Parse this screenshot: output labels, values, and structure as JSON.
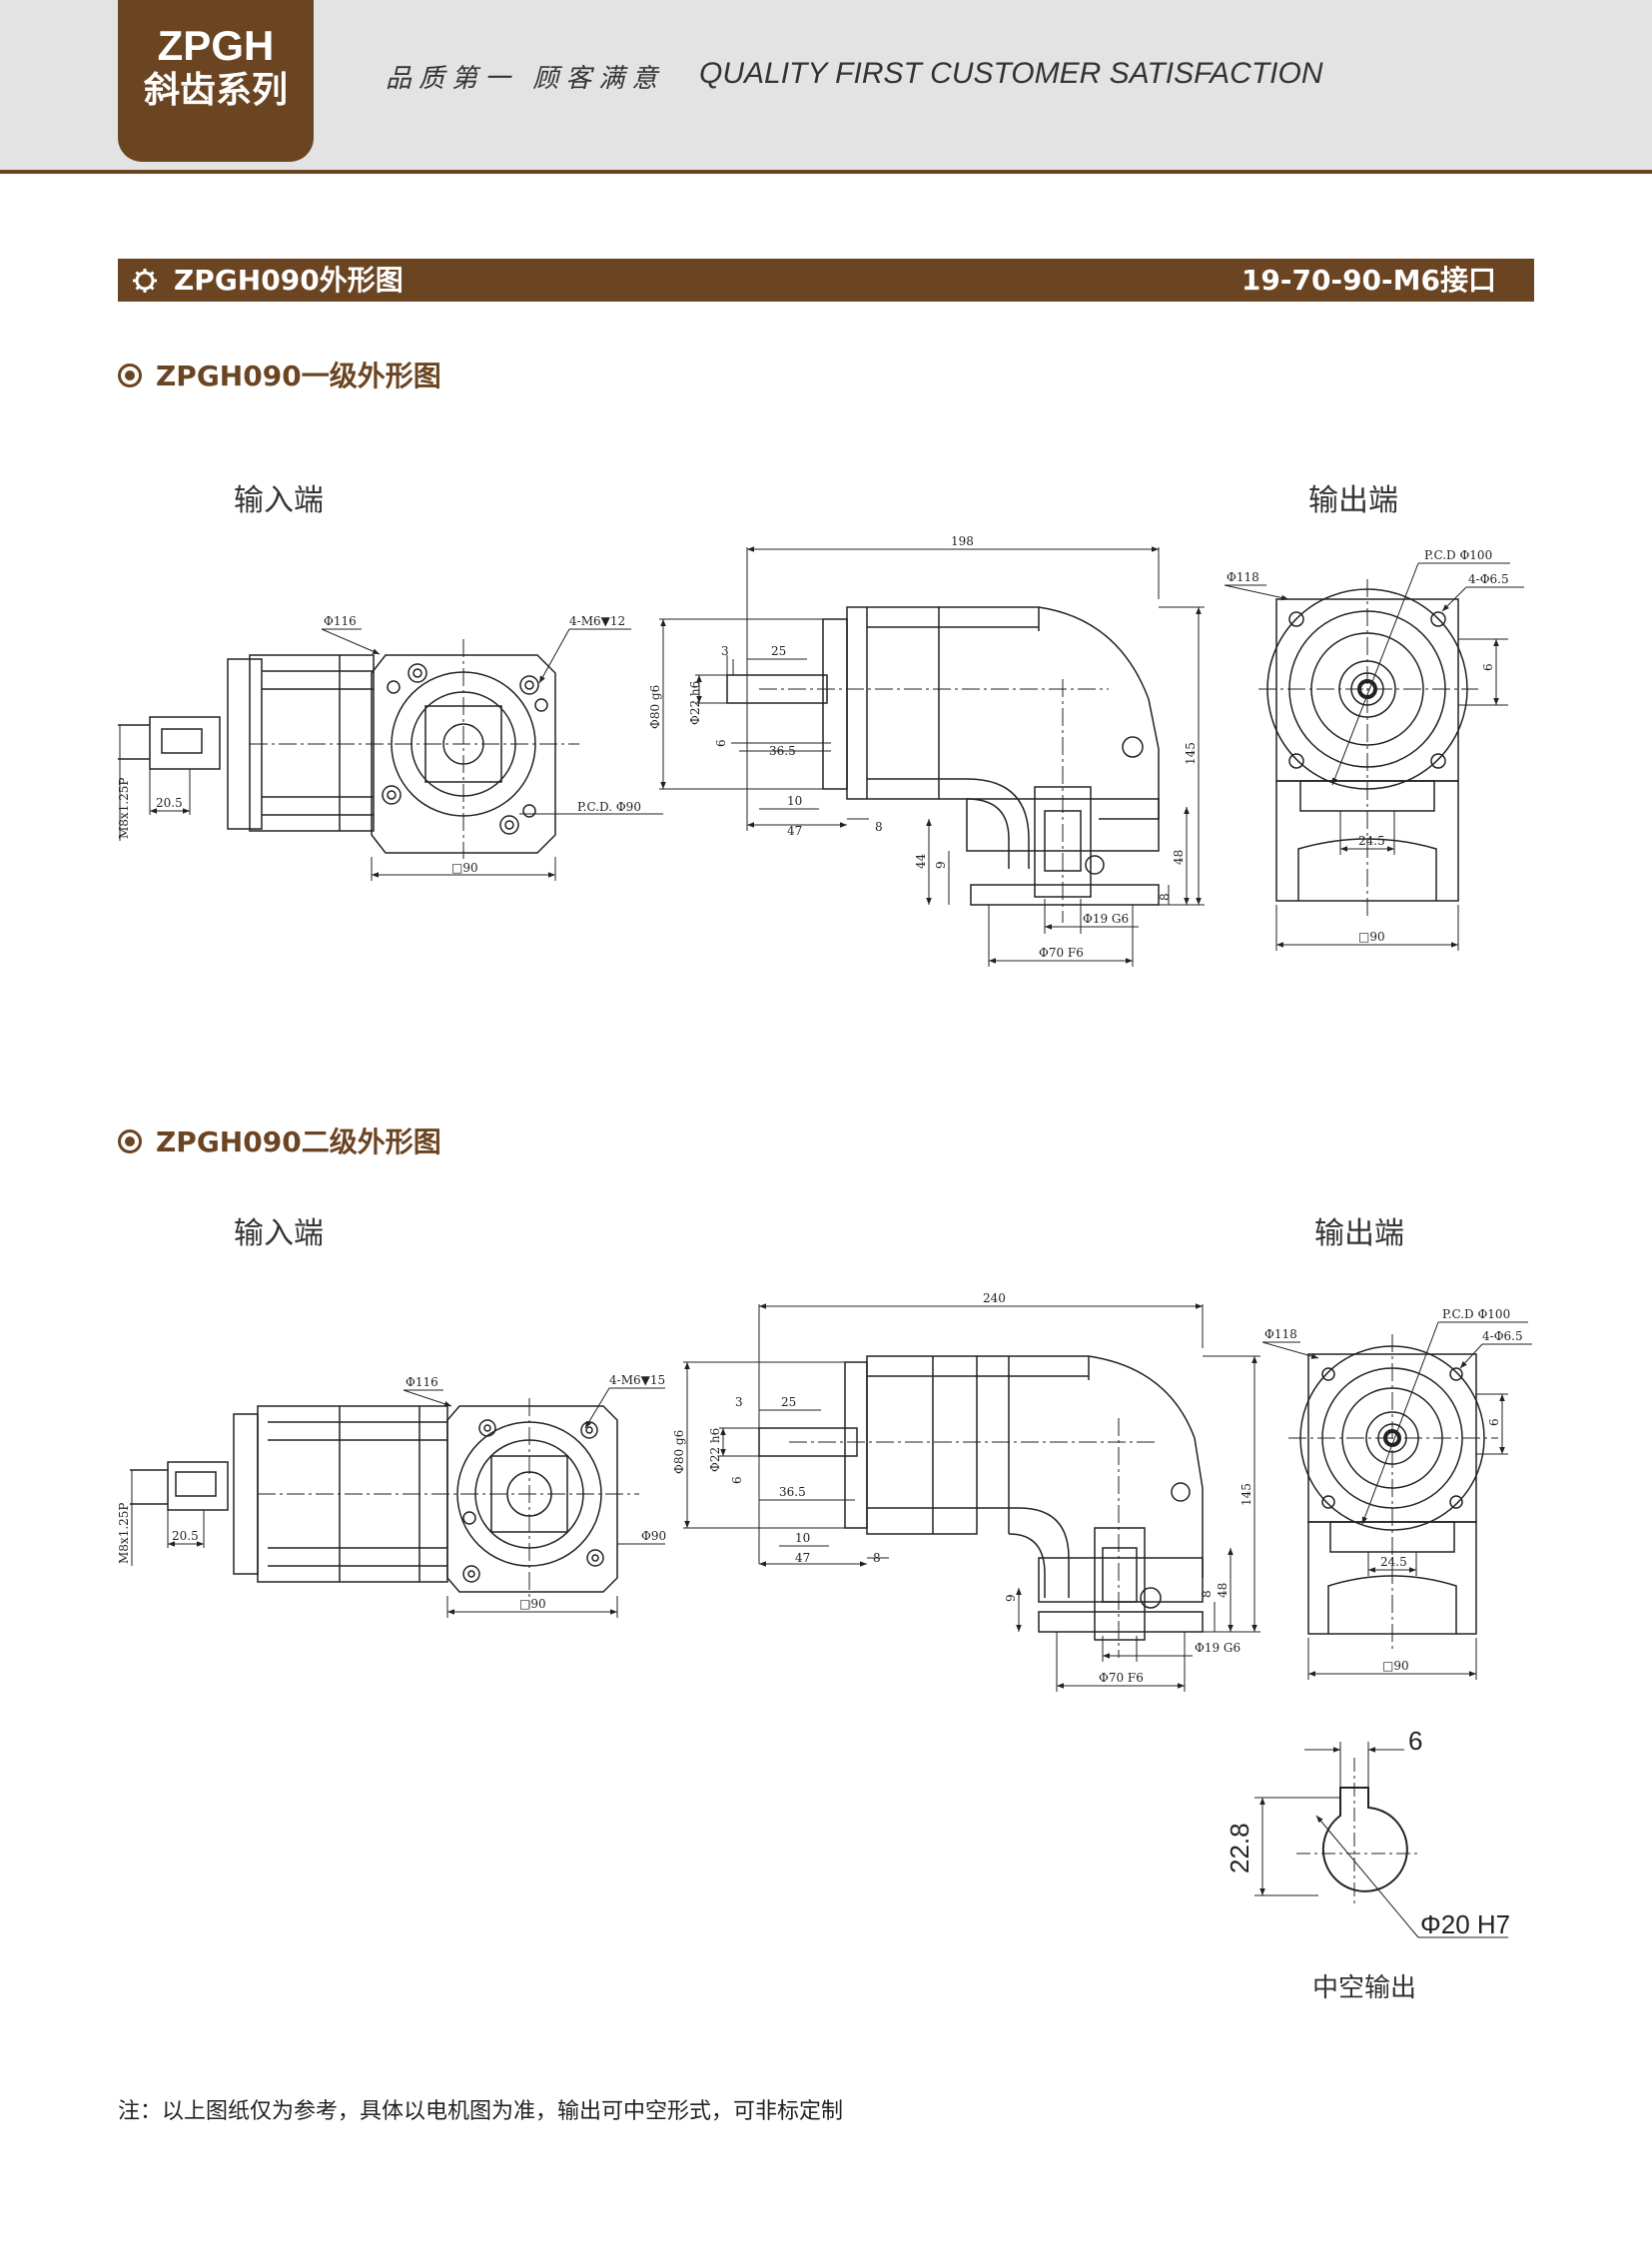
{
  "header": {
    "badge_line1": "ZPGH",
    "badge_line2": "斜齿系列",
    "slogan_cn": "品质第一 顾客满意",
    "slogan_en": "QUALITY FIRST  CUSTOMER SATISFACTION"
  },
  "section": {
    "title": "ZPGH090外形图",
    "interface": "19-70-90-M6接口"
  },
  "stage1": {
    "heading": "ZPGH090一级外形图",
    "input_label": "输入端",
    "output_label": "输出端",
    "dims": {
      "d116": "Φ116",
      "m6": "4-M6▼12",
      "pcd90": "P.C.D.  Φ90",
      "sq90": "□90",
      "m8": "M8x1.25P",
      "w205": "20.5",
      "len198": "198",
      "three": "3",
      "w25": "25",
      "d80": "Φ80 g6",
      "d22": "Φ22 h6",
      "six": "6",
      "w365": "36.5",
      "ten": "10",
      "w47": "47",
      "eight": "8",
      "h145": "145",
      "h44": "44",
      "nine": "9",
      "h48": "48",
      "eight2": "8",
      "d19": "Φ19 G6",
      "d70": "Φ70 F6",
      "d118": "Φ118",
      "pcd100": "P.C.D Φ100",
      "h65": "4-Φ6.5",
      "six2": "6",
      "w245": "24.5",
      "sq90b": "□90"
    }
  },
  "stage2": {
    "heading": "ZPGH090二级外形图",
    "input_label": "输入端",
    "output_label": "输出端",
    "dims": {
      "d116": "Φ116",
      "m6": "4-M6▼15",
      "d90": "Φ90",
      "sq90": "□90",
      "m8": "M8x1.25P",
      "w205": "20.5",
      "len240": "240",
      "three": "3",
      "w25": "25",
      "d80": "Φ80 g6",
      "d22": "Φ22 h6",
      "six": "6",
      "w365": "36.5",
      "ten": "10",
      "w47": "47",
      "eight": "8",
      "h145": "145",
      "nine": "9",
      "eight2": "8",
      "h48": "48",
      "d19": "Φ19 G6",
      "d70": "Φ70 F6",
      "d118": "Φ118",
      "pcd100": "P.C.D Φ100",
      "h65": "4-Φ6.5",
      "six2": "6",
      "w245": "24.5",
      "sq90b": "□90"
    }
  },
  "hollow": {
    "key_width": "6",
    "height": "22.8",
    "bore": "Φ20  H7",
    "caption": "中空输出"
  },
  "note": "注：以上图纸仅为参考，具体以电机图为准，输出可中空形式，可非标定制",
  "colors": {
    "brand": "#6b4422",
    "band": "#e3e3e3"
  }
}
